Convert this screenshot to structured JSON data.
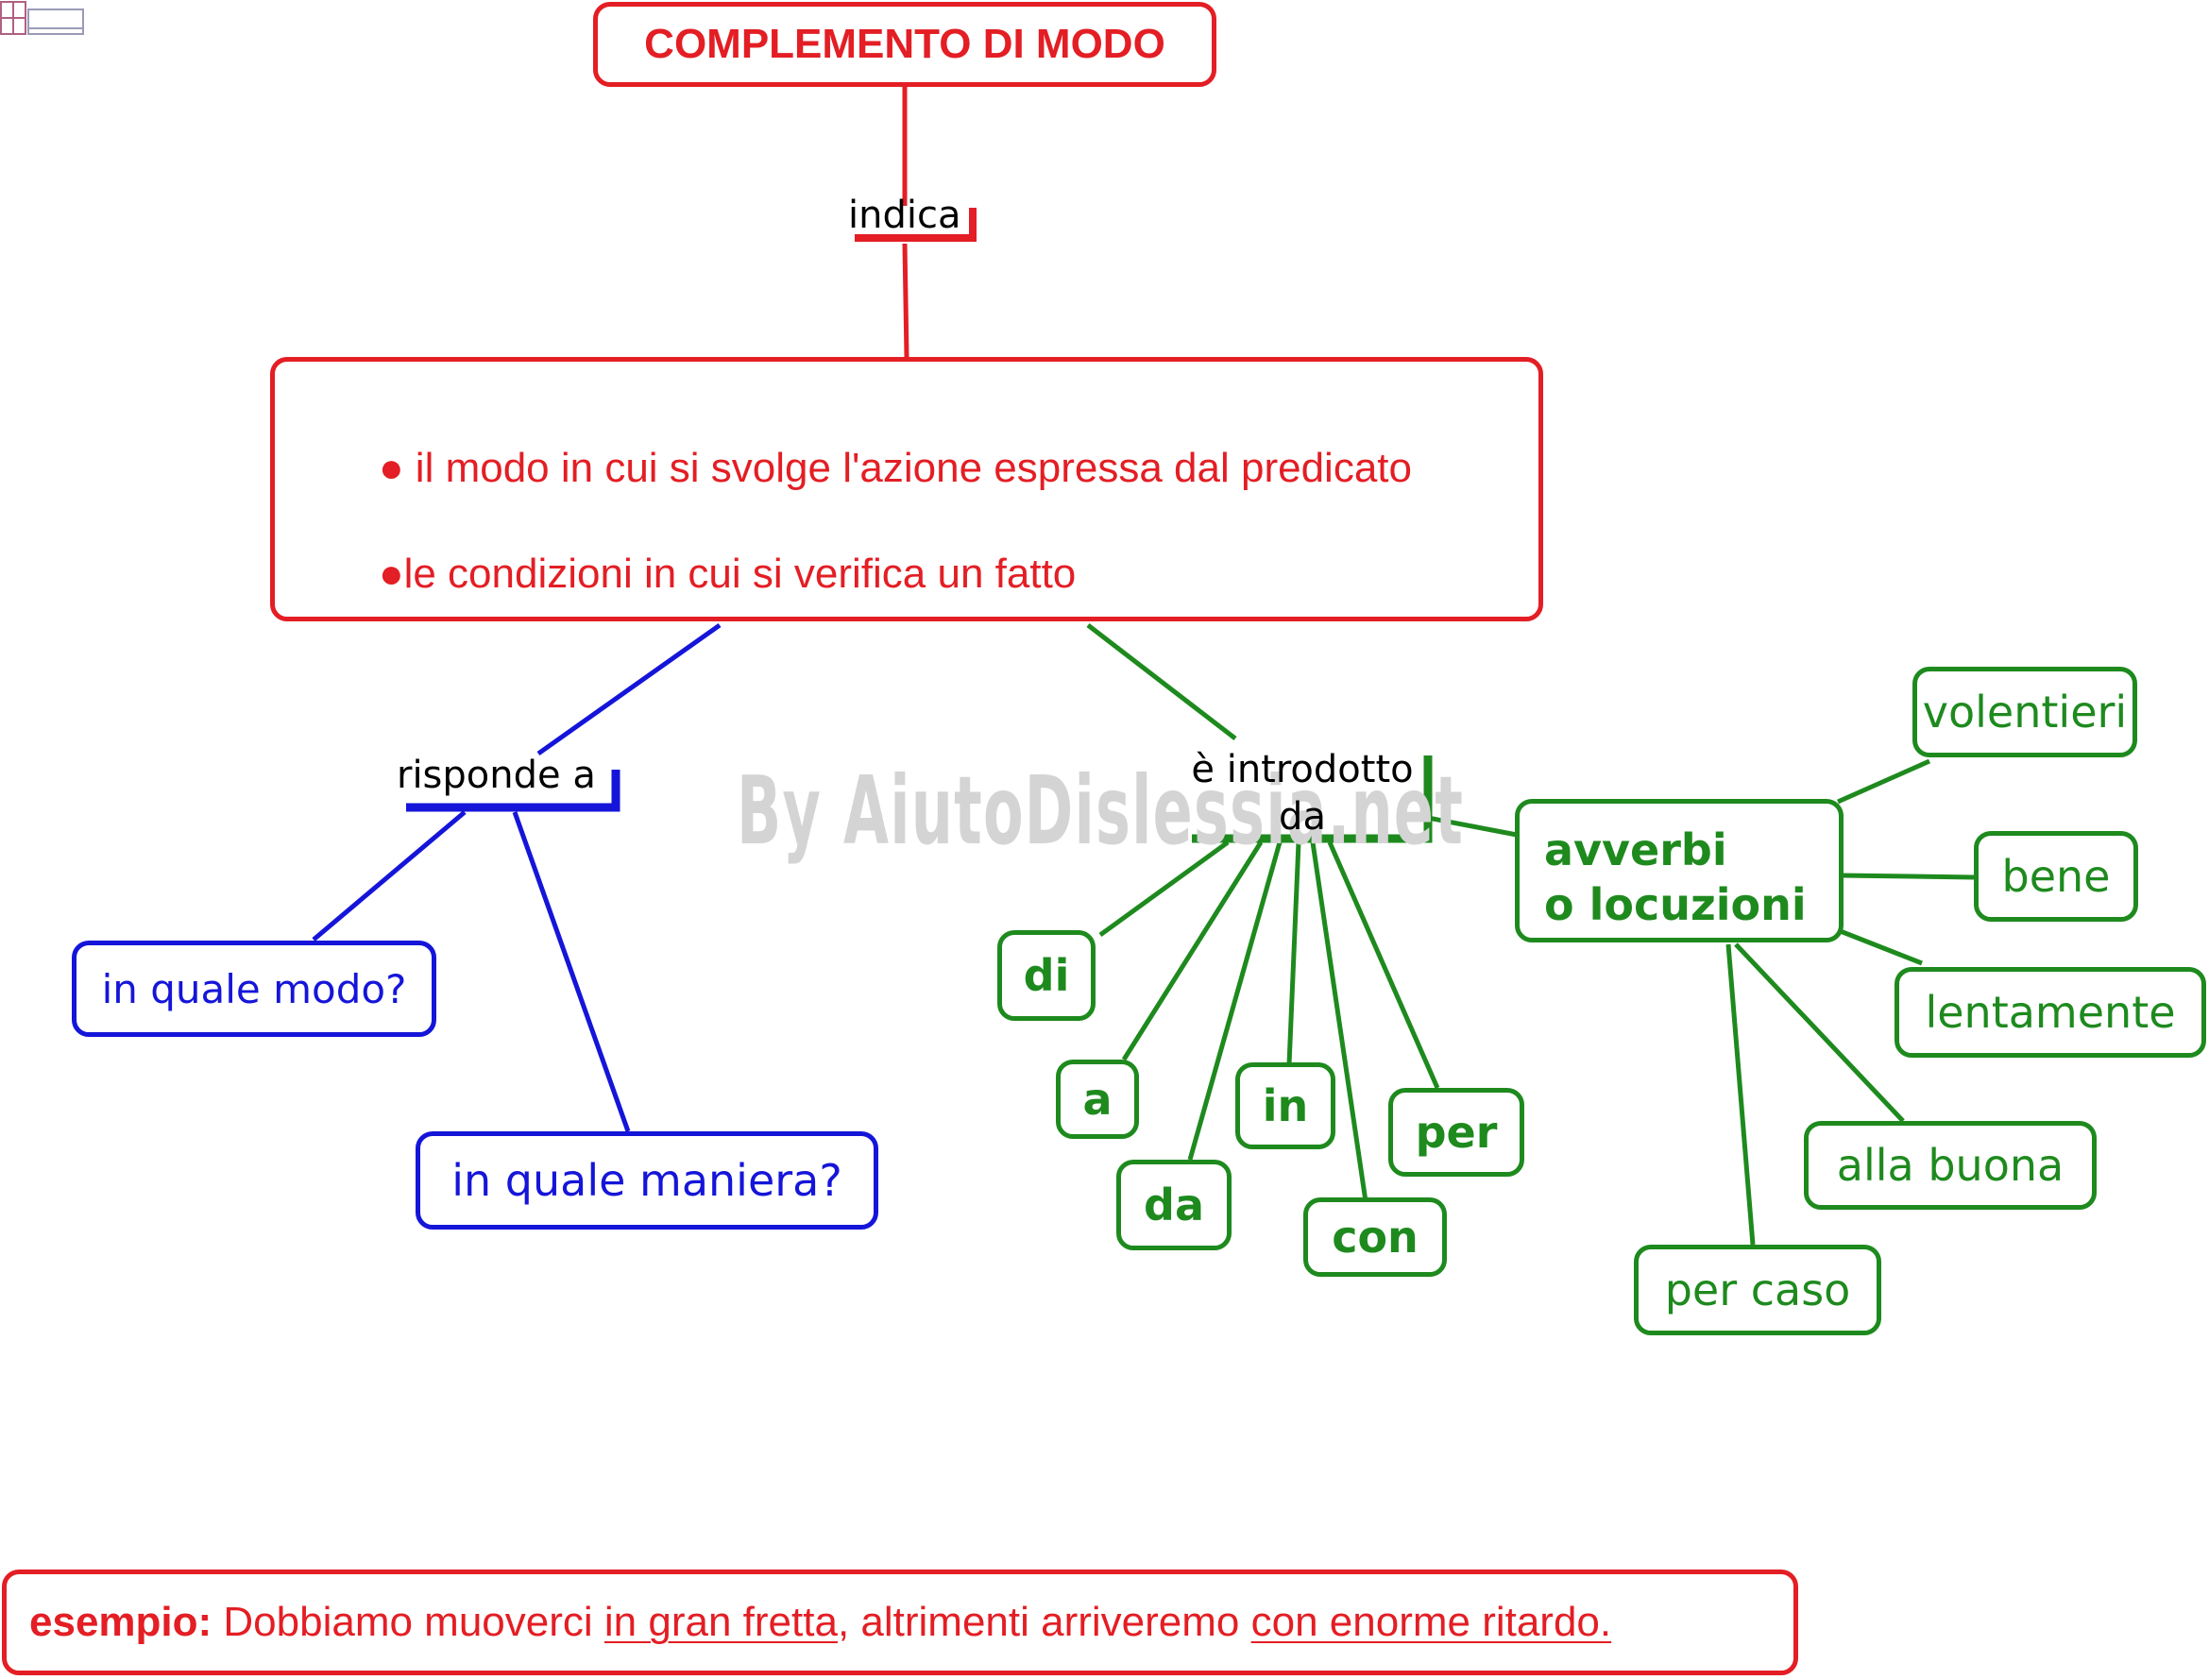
{
  "title": "COMPLEMENTO DI MODO",
  "watermark": "By AiutoDislessia.net",
  "links": {
    "indica": "indica",
    "risponde_a": "risponde a",
    "introdotto_line1": "è introdotto",
    "introdotto_line2": "da"
  },
  "definition": {
    "item1": "● il modo in cui si svolge l'azione espressa dal predicato",
    "item2": "●le condizioni in cui si verifica un fatto"
  },
  "questions": [
    "in quale modo?",
    "in quale maniera?"
  ],
  "prepositions": [
    "di",
    "a",
    "da",
    "in",
    "con",
    "per"
  ],
  "adverbs_box": {
    "line1": "avverbi",
    "line2": "o locuzioni"
  },
  "adverbs": [
    "volentieri",
    "bene",
    "lentamente",
    "alla buona",
    "per caso"
  ],
  "example": {
    "label": "esempio:",
    "text1": " Dobbiamo muoverci ",
    "underline1": "in gran fretta",
    "text2": ", altrimenti arriveremo ",
    "underline2": "con enorme ritardo."
  },
  "colors": {
    "red": "#e31e24",
    "blue": "#1515d9",
    "green": "#1e8a1e"
  }
}
